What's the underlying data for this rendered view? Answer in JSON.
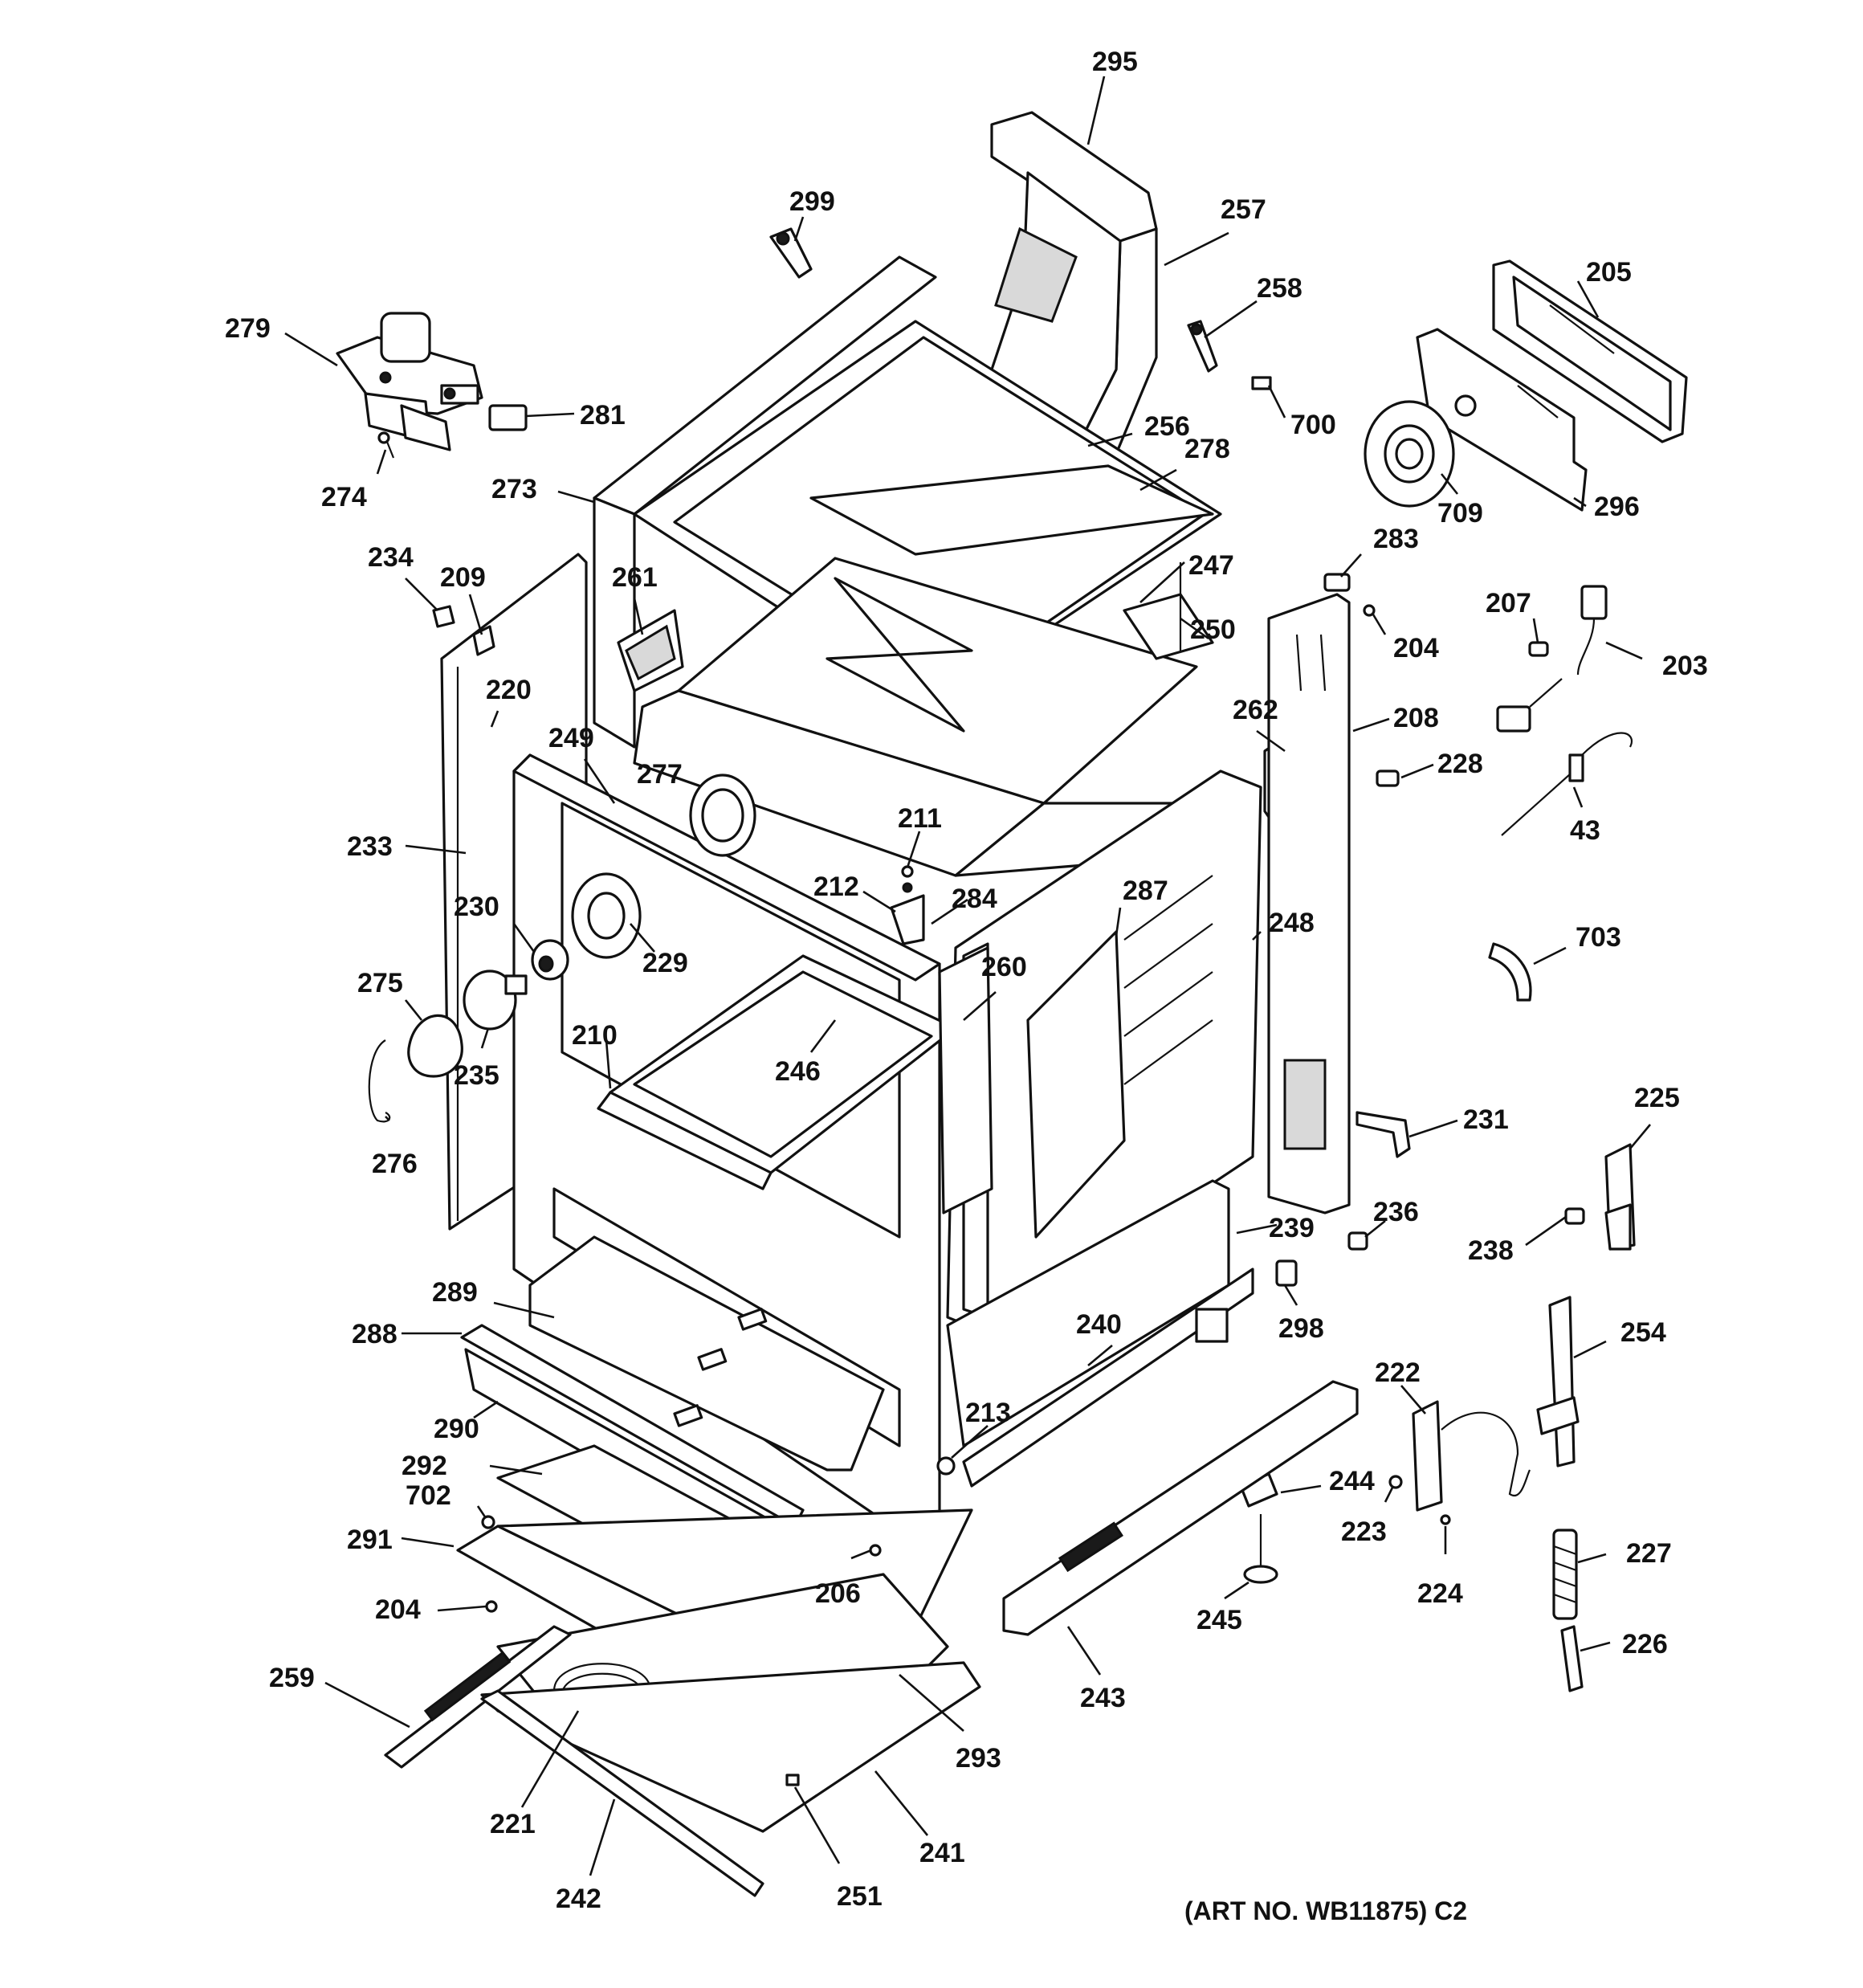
{
  "diagram": {
    "caption": "(ART NO. WB11875) C2",
    "part_numbers": {
      "p295": "295",
      "p299": "299",
      "p257": "257",
      "p258": "258",
      "p205": "205",
      "p279": "279",
      "p281": "281",
      "p700": "700",
      "p256": "256",
      "p278": "278",
      "p274": "274",
      "p273": "273",
      "p709": "709",
      "p296": "296",
      "p234": "234",
      "p209": "209",
      "p283": "283",
      "p261": "261",
      "p247": "247",
      "p207": "207",
      "p250": "250",
      "p204a": "204",
      "p203": "203",
      "p220": "220",
      "p262": "262",
      "p208": "208",
      "p249": "249",
      "p277": "277",
      "p228": "228",
      "p211": "211",
      "p43": "43",
      "p233": "233",
      "p212": "212",
      "p284": "284",
      "p287": "287",
      "p230": "230",
      "p248": "248",
      "p229": "229",
      "p703": "703",
      "p275": "275",
      "p260": "260",
      "p210": "210",
      "p235": "235",
      "p246": "246",
      "p231": "231",
      "p225": "225",
      "p276": "276",
      "p236": "236",
      "p239": "239",
      "p238": "238",
      "p289": "289",
      "p298": "298",
      "p288": "288",
      "p240": "240",
      "p254": "254",
      "p222": "222",
      "p290": "290",
      "p213": "213",
      "p292": "292",
      "p244": "244",
      "p702": "702",
      "p223": "223",
      "p227": "227",
      "p291": "291",
      "p206": "206",
      "p224": "224",
      "p204b": "204",
      "p245": "245",
      "p226": "226",
      "p259": "259",
      "p243": "243",
      "p293": "293",
      "p221": "221",
      "p241": "241",
      "p242": "242",
      "p251": "251"
    }
  }
}
